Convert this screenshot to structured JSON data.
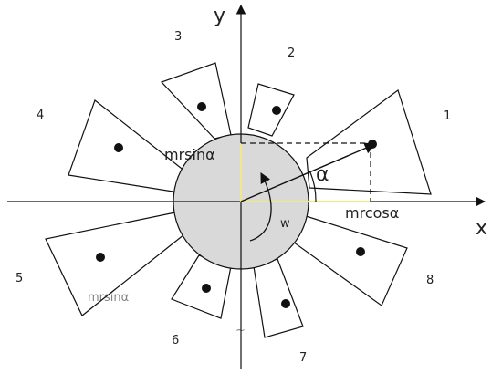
{
  "axes": {
    "x_label": "x",
    "y_label": "y"
  },
  "angle_label": "α",
  "omega_label": "w",
  "component_labels": {
    "horizontal": "mrcosα",
    "vertical": "mrsinα"
  },
  "sectors": [
    {
      "label": "1"
    },
    {
      "label": "2"
    },
    {
      "label": "3"
    },
    {
      "label": "4"
    },
    {
      "label": "5"
    },
    {
      "label": "6"
    },
    {
      "label": "7"
    },
    {
      "label": "8"
    }
  ],
  "colors": {
    "hub_fill": "#d9d9d9",
    "component_text": "#b04a4a",
    "vector": "#111111",
    "projection_line": "#f0e68c",
    "faded_label": "#e6b0e6"
  },
  "faded_text": {
    "left": "mrsinα",
    "bottom": "~"
  }
}
